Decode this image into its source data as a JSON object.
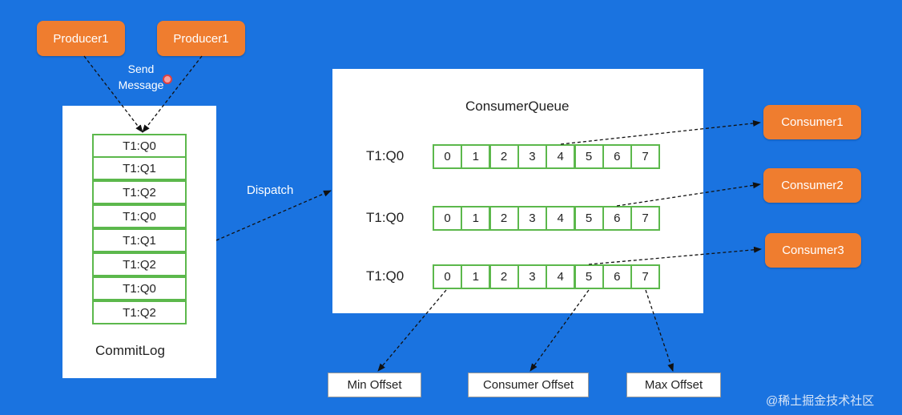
{
  "producers": [
    "Producer1",
    "Producer1"
  ],
  "send_label": "Send\nMessage",
  "commitlog": {
    "title": "CommitLog",
    "entries": [
      "T1:Q0",
      "T1:Q1",
      "T1:Q2",
      "T1:Q0",
      "T1:Q1",
      "T1:Q2",
      "T1:Q0",
      "T1:Q2"
    ]
  },
  "dispatch_label": "Dispatch",
  "consumer_queue": {
    "title": "ConsumerQueue",
    "rows": [
      {
        "label": "T1:Q0",
        "cells": [
          "0",
          "1",
          "2",
          "3",
          "4",
          "5",
          "6",
          "7"
        ]
      },
      {
        "label": "T1:Q0",
        "cells": [
          "0",
          "1",
          "2",
          "3",
          "4",
          "5",
          "6",
          "7"
        ]
      },
      {
        "label": "T1:Q0",
        "cells": [
          "0",
          "1",
          "2",
          "3",
          "4",
          "5",
          "6",
          "7"
        ]
      }
    ]
  },
  "consumers": [
    "Consumer1",
    "Consumer2",
    "Consumer3"
  ],
  "offsets": [
    "Min Offset",
    "Consumer Offset",
    "Max Offset"
  ],
  "watermark": "@稀土掘金技术社区",
  "colors": {
    "background": "#1a73e0",
    "accent": "#ef7d2f",
    "cell_border": "#5cb84c"
  }
}
